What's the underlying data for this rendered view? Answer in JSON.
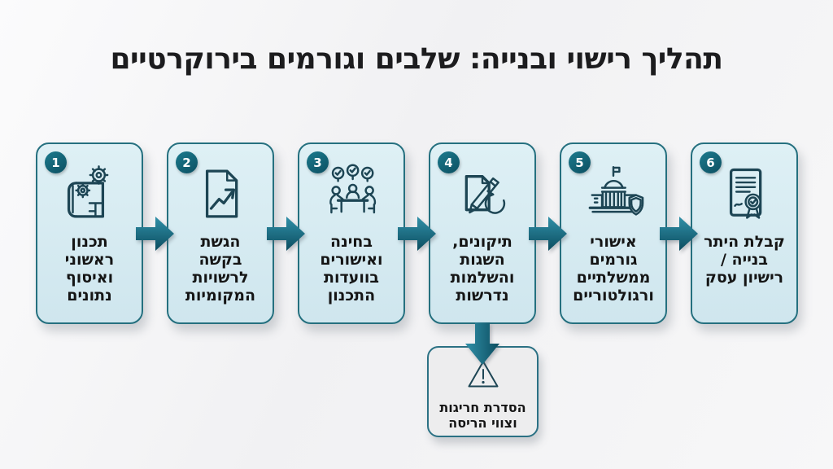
{
  "title": "תהליך רישוי ובנייה: שלבים וגורמים בירוקרטיים",
  "steps": [
    {
      "number": "1",
      "label": "תכנון ראשוני ואיסוף נתונים",
      "icon": "blueprint-gears-icon"
    },
    {
      "number": "2",
      "label": "הגשת בקשה לרשויות המקומיות",
      "icon": "application-document-icon"
    },
    {
      "number": "3",
      "label": "בחינה ואישורים בוועדות התכנון",
      "icon": "committee-meeting-icon"
    },
    {
      "number": "4",
      "label": "תיקונים, השגות והשלמות נדרשות",
      "icon": "revisions-pencil-icon"
    },
    {
      "number": "5",
      "label": "אישורי גורמים ממשלתיים ורגולטוריים",
      "icon": "government-building-icon"
    },
    {
      "number": "6",
      "label": "קבלת היתר בנייה / רישיון עסק",
      "icon": "permit-certificate-icon"
    }
  ],
  "warning": {
    "label": "הסדרת חריגות וצווי הריסה",
    "icon": "warning-triangle-icon"
  },
  "colors": {
    "background": "#f3f3f4",
    "card_fill": "#d6eaf1",
    "card_border": "#25707f",
    "arrow_top": "#3190a8",
    "arrow_bottom": "#0b4c5f",
    "badge": "#0e5468",
    "icon_stroke": "#1d4554",
    "warning_fill": "#ededee",
    "text": "#1a1a1a"
  }
}
